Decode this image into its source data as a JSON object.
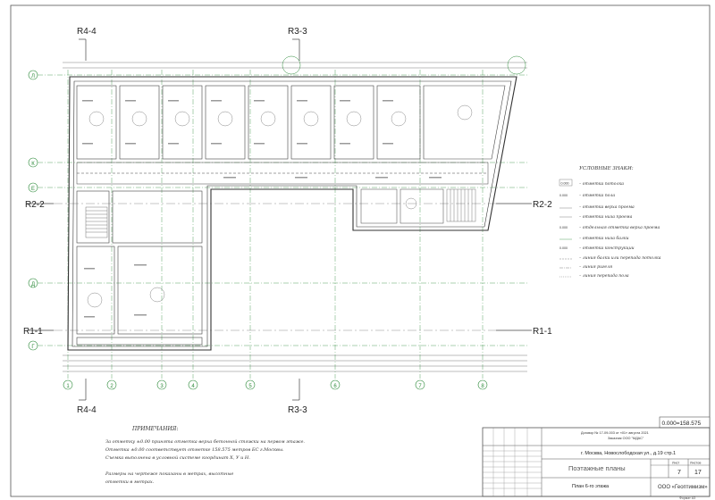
{
  "sections": {
    "r44_top": "R4-4",
    "r33_top": "R3-3",
    "r44_bottom": "R4-4",
    "r33_bottom": "R3-3",
    "r22_left": "R2-2",
    "r22_right": "R2-2",
    "r11_left": "R1-1",
    "r11_right": "R1-1"
  },
  "axes": {
    "columns": [
      "1",
      "2",
      "3",
      "4",
      "5",
      "6",
      "7",
      "8"
    ],
    "rows": [
      "Л",
      "К",
      "Е",
      "Д",
      "Г"
    ]
  },
  "legend": {
    "title": "УСЛОВНЫЕ ЗНАКИ:",
    "items": [
      {
        "sym": "0.000",
        "text": "– отметка потолка"
      },
      {
        "sym": "0.000",
        "text": "– отметка пола"
      },
      {
        "sym": "",
        "text": "– отметка верха проема"
      },
      {
        "sym": "",
        "text": "– отметка низа проема"
      },
      {
        "sym": "0.000",
        "text": "– отдельная отметка верха проема"
      },
      {
        "sym": "",
        "text": "– отметка низа балки"
      },
      {
        "sym": "0.000",
        "text": "– отметка конструкции"
      },
      {
        "sym": "",
        "text": "– линия балки или перепада потолка"
      },
      {
        "sym": "",
        "text": "– линия ригеля"
      },
      {
        "sym": "",
        "text": "– линия перепада пола"
      }
    ]
  },
  "notes": {
    "title": "ПРИМЕЧАНИЯ:",
    "lines": [
      "За отметку ±0.00 принята отметка  верха бетонной стяжки на первом этаже.",
      "Отметка ±0.00 соответствует  отметке  158.575  метров БС г.Москвы.",
      "Съемка выполнена в условной системе координат Х, У и Н.",
      "",
      "Размеры на чертеже показаны в метрах, высотные",
      "отметки  в метрах."
    ]
  },
  "title_block": {
    "elevation": "0.000=158.575",
    "contract": "Договор № 17-09-003 от «01» августа 2021",
    "customer": "Заказчик ООО \"МДАС\"",
    "address": "г. Москва,  Новослободская ул.,  д.19 стр.1",
    "sheet_label": "Лист",
    "sheets_label": "Листов",
    "sheet_no": "7",
    "sheets_total": "17",
    "drawing_title": "Поэтажные  планы",
    "plan_name": "План 6-го этажа",
    "company": "ООО «Геоптимизм»",
    "format": "Формат  А3"
  }
}
